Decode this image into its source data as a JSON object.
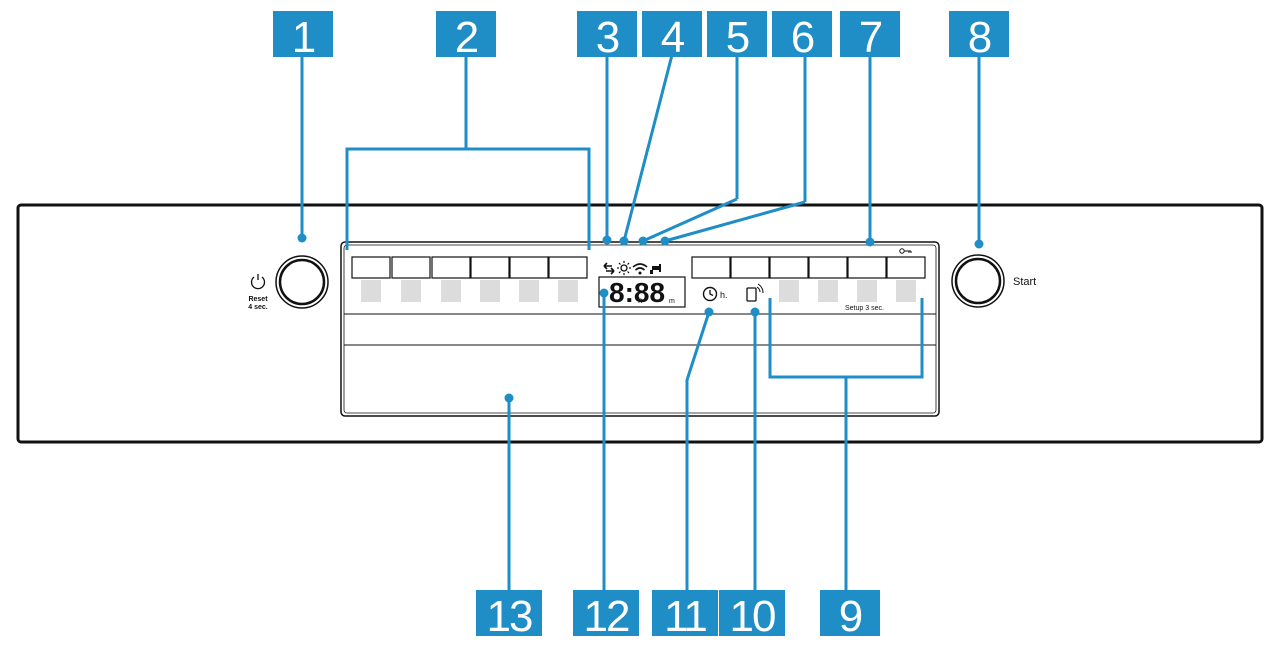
{
  "colors": {
    "callout_box": "#1f8dc6",
    "callout_line": "#1f8dc6",
    "outline": "#111111",
    "button_fill": "#ffffff",
    "key_placeholder": "#dcdcdc"
  },
  "controls": {
    "power_reset_label_1": "Reset",
    "power_reset_label_2": "4 sec.",
    "start_label": "Start",
    "setup_label": "Setup 3 sec.",
    "display_digits": "8:88",
    "display_hour_unit": "h",
    "display_min_unit": "m",
    "timer_unit": "h."
  },
  "icons": [
    "power-icon",
    "rinse-aid-refill-icon",
    "salt-refill-icon",
    "wifi-icon",
    "water-tap-icon",
    "child-lock-key-icon",
    "clock-icon",
    "remote-start-icon"
  ],
  "callouts": [
    {
      "num": "1"
    },
    {
      "num": "2"
    },
    {
      "num": "3"
    },
    {
      "num": "4"
    },
    {
      "num": "5"
    },
    {
      "num": "6"
    },
    {
      "num": "7"
    },
    {
      "num": "8"
    },
    {
      "num": "9"
    },
    {
      "num": "10"
    },
    {
      "num": "11"
    },
    {
      "num": "12"
    },
    {
      "num": "13"
    }
  ]
}
